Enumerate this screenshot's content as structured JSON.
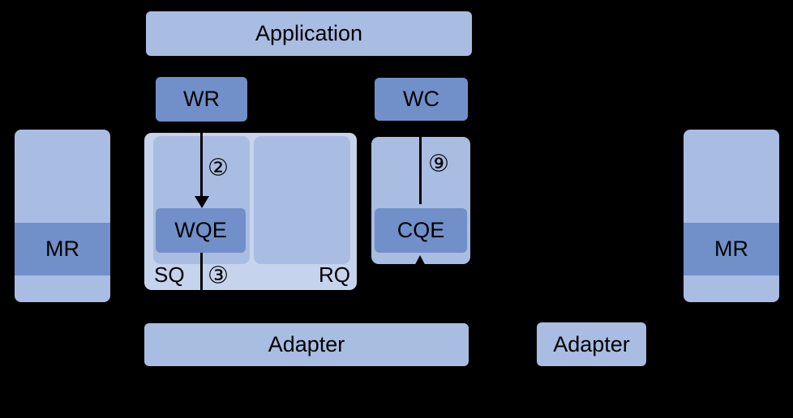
{
  "colors": {
    "background": "#000000",
    "dark_box": "#7190c9",
    "medium_box": "#a9bce2",
    "light_box": "#c6d3ed",
    "line": "#000000",
    "text": "#000000"
  },
  "nodes": {
    "application": {
      "label": "Application"
    },
    "wr": {
      "label": "WR"
    },
    "wc": {
      "label": "WC"
    },
    "wqe": {
      "label": "WQE"
    },
    "cqe": {
      "label": "CQE"
    },
    "sq": {
      "label": "SQ"
    },
    "rq": {
      "label": "RQ"
    },
    "mr_left": {
      "label": "MR"
    },
    "mr_right": {
      "label": "MR"
    },
    "adapter_left": {
      "label": "Adapter"
    },
    "adapter_right": {
      "label": "Adapter"
    }
  },
  "steps": {
    "step2": {
      "label": "②"
    },
    "step3": {
      "label": "③"
    },
    "step9": {
      "label": "⑨"
    }
  }
}
